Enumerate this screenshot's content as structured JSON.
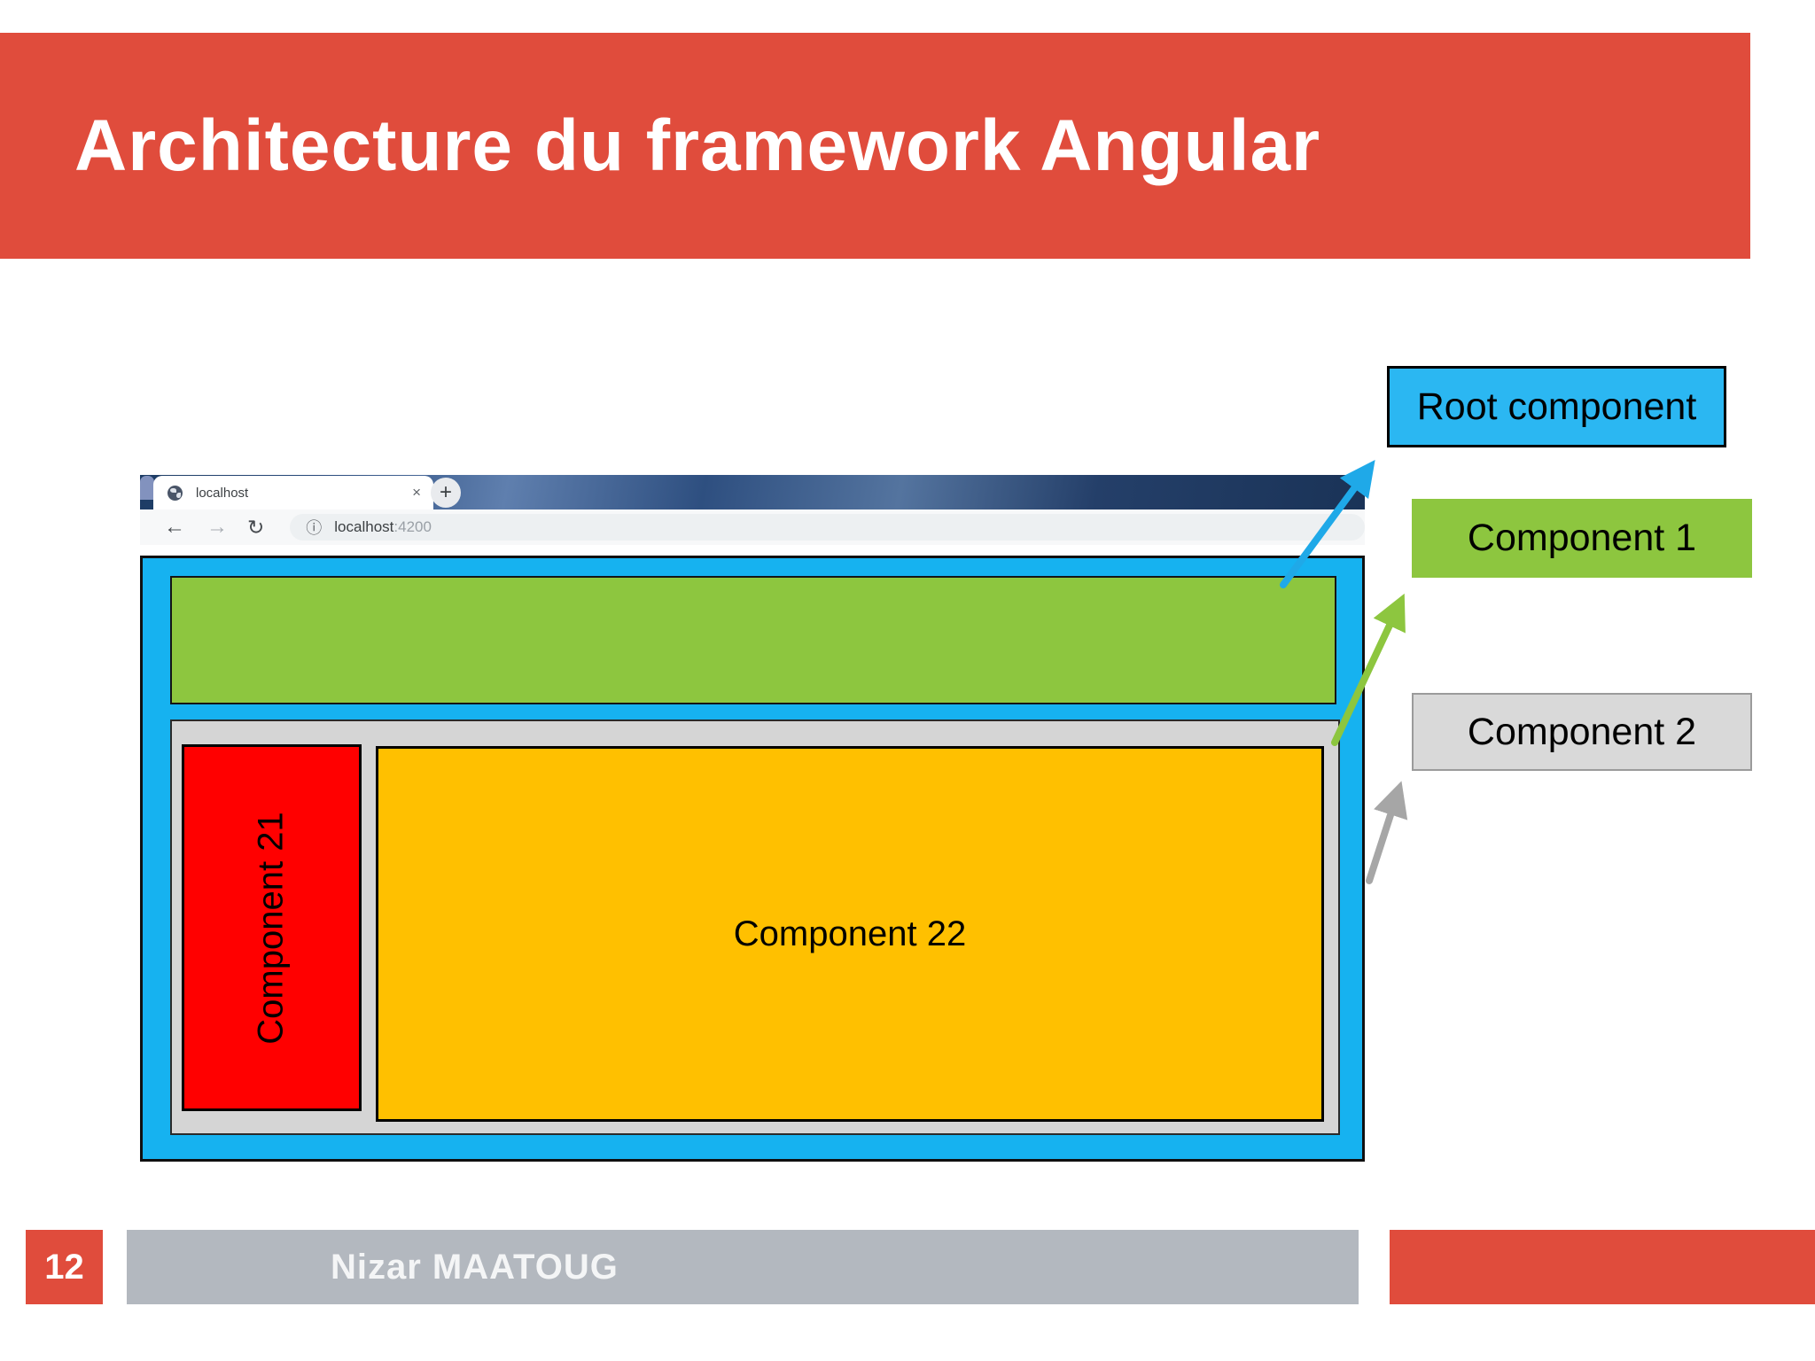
{
  "slide": {
    "title": "Architecture du framework Angular",
    "page_number": "12",
    "footer_author": "Nizar MAATOUG",
    "colors": {
      "banner_red": "#E04C3C",
      "footer_gray": "#B3B8BF"
    }
  },
  "browser": {
    "tab": {
      "title": "localhost",
      "close_icon": "×"
    },
    "new_tab_icon": "+",
    "toolbar": {
      "back_icon": "←",
      "forward_icon": "→",
      "reload_icon": "↻",
      "info_icon": "ⓘ",
      "url_host": "localhost",
      "url_port": ":4200"
    }
  },
  "diagram": {
    "root_label": "Root component",
    "component1_label": "Component 1",
    "component2_label": "Component 2",
    "component21_label": "Component 21",
    "component22_label": "Component 22",
    "colors": {
      "root_frame_blue": "#16B2F0",
      "root_label_blue": "#2BB7F2",
      "component1_green": "#8DC63F",
      "component2_area_gray": "#D5D5D5",
      "component2_label_gray": "#D9D9D9",
      "component21_red": "#FF0000",
      "component22_yellow": "#FFC000",
      "arrow_blue": "#1FA9E8",
      "arrow_green": "#8DC63F",
      "arrow_gray": "#A6A6A6"
    }
  }
}
